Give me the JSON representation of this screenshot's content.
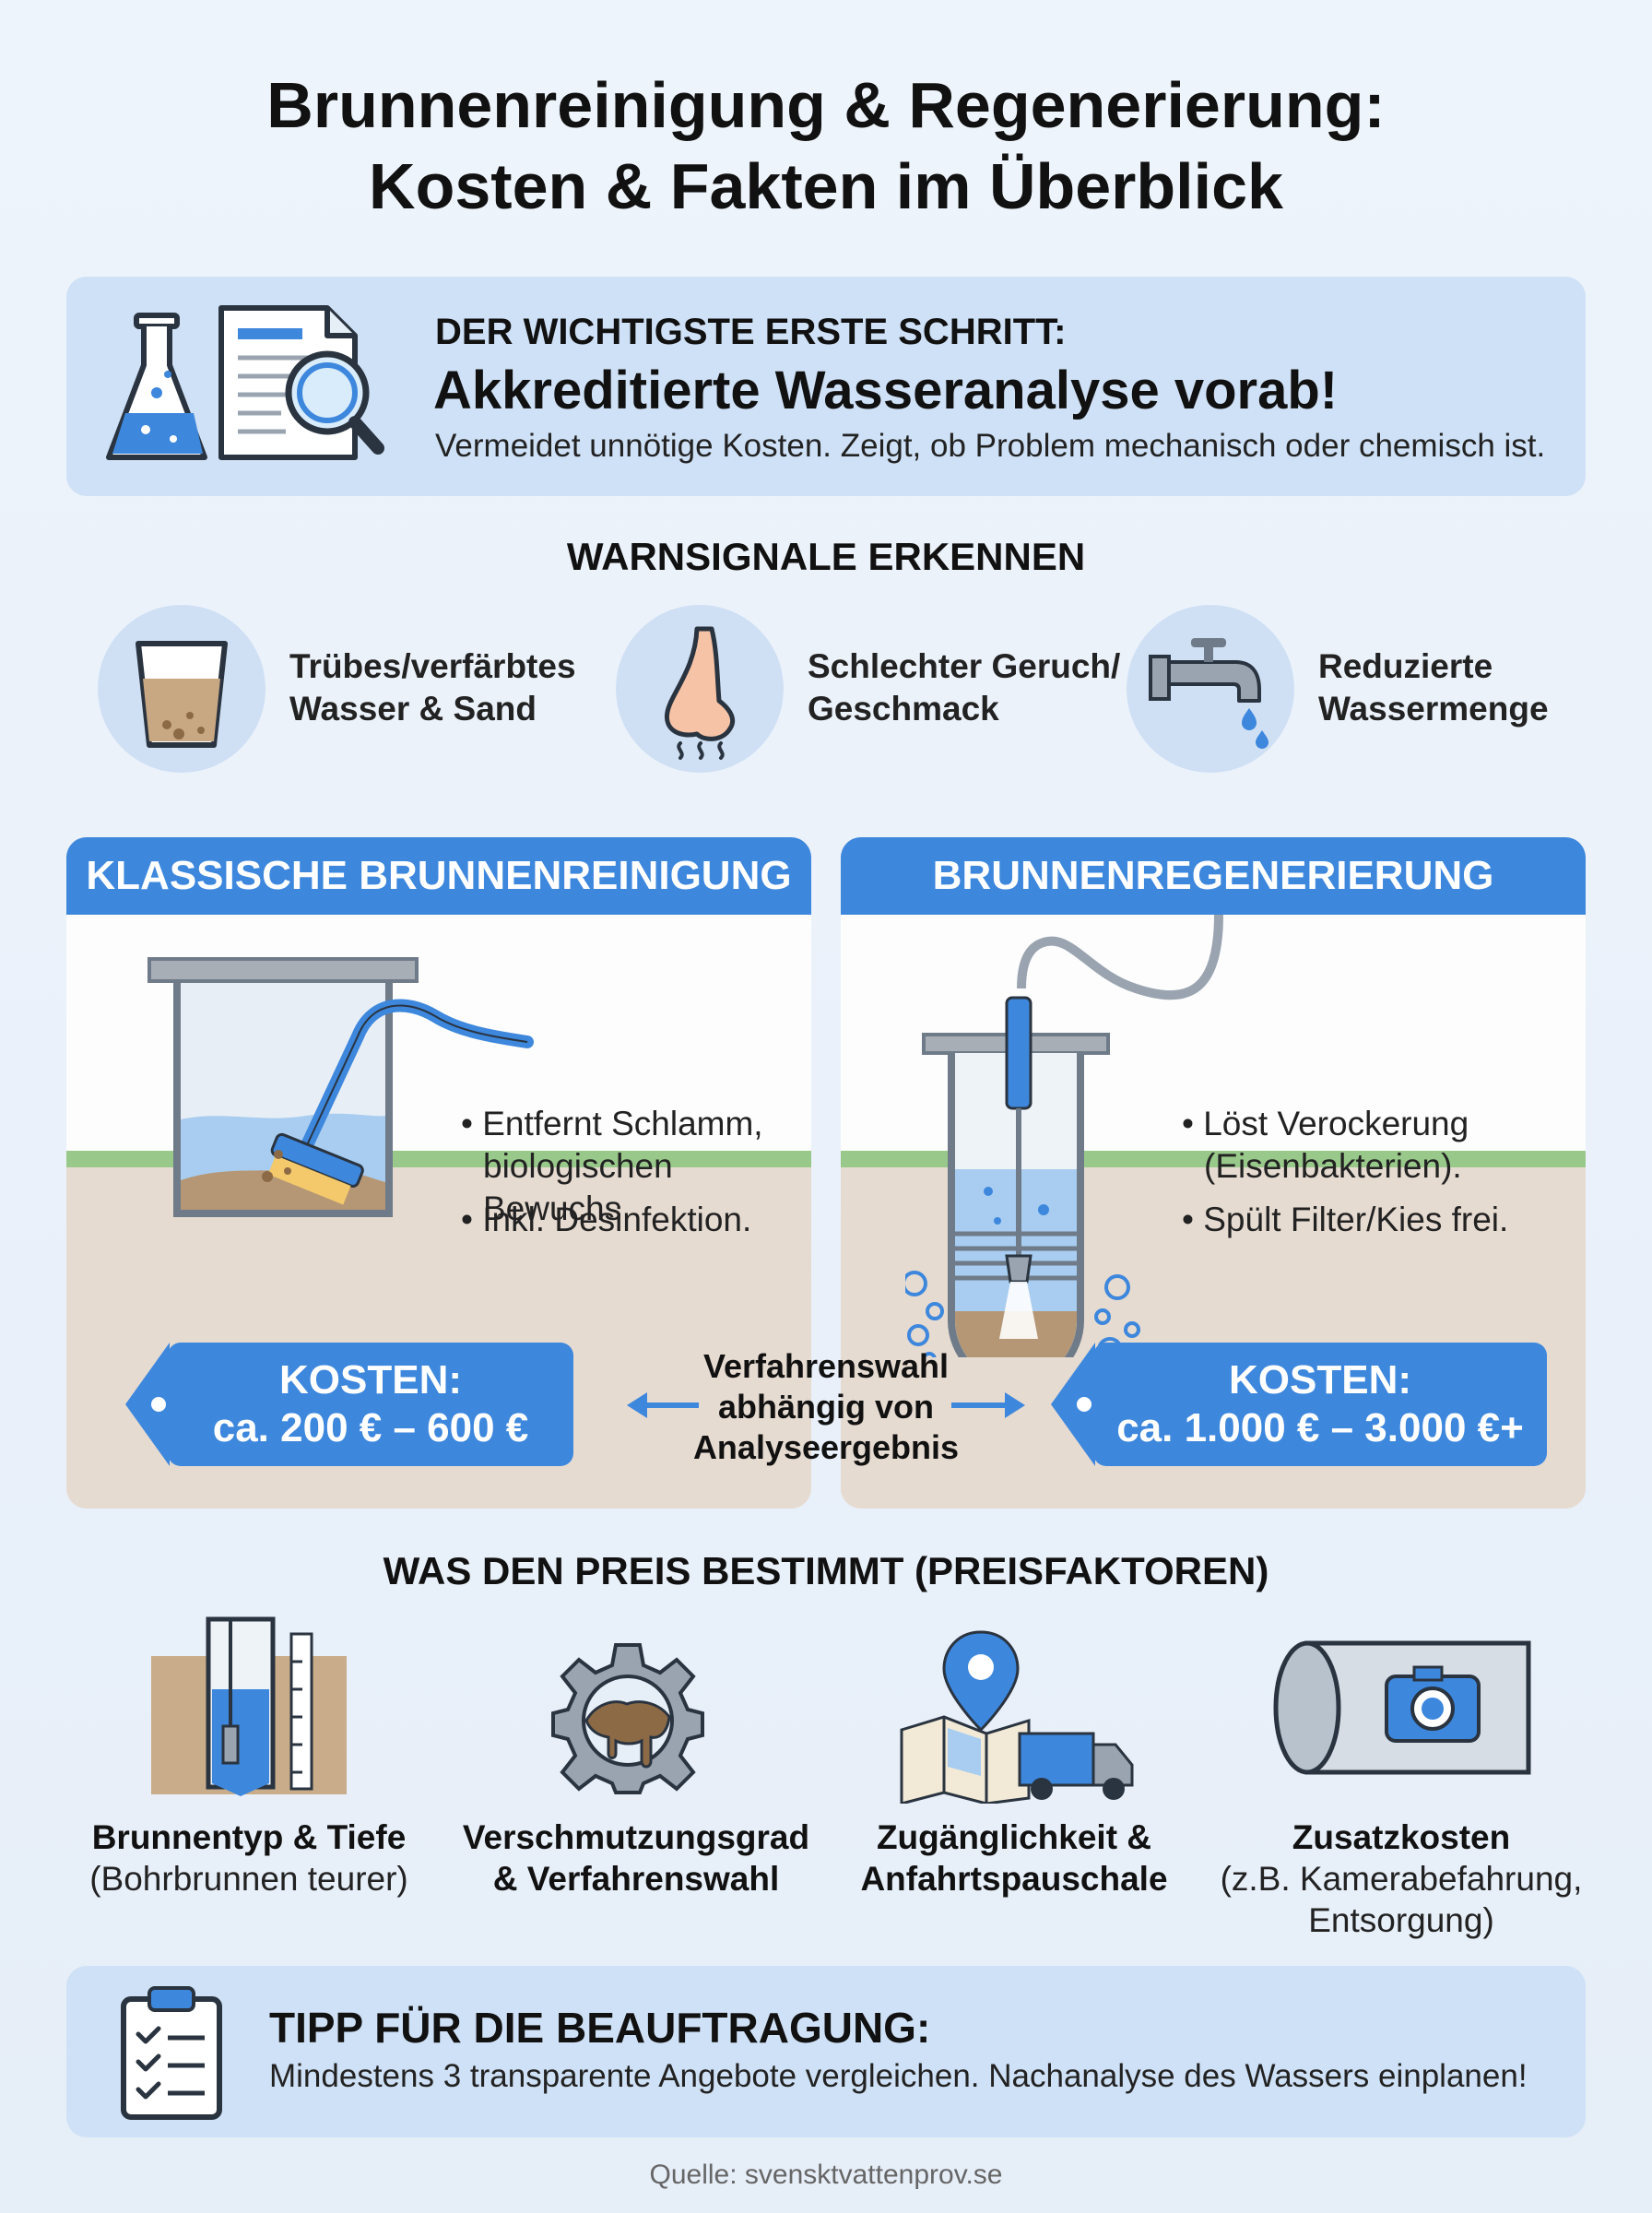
{
  "title": {
    "line1": "Brunnenreinigung & Regenerierung:",
    "line2": "Kosten & Fakten im Überblick"
  },
  "first_step": {
    "kicker": "DER WICHTIGSTE ERSTE SCHRITT:",
    "headline": "Akkreditierte Wasseranalyse vorab!",
    "subtext": "Vermeidet unnötige Kosten. Zeigt, ob Problem mechanisch oder chemisch ist.",
    "icons": [
      "flask-icon",
      "document-icon",
      "magnifier-icon"
    ]
  },
  "warnings": {
    "heading": "WARNSIGNALE ERKENNEN",
    "items": [
      {
        "line1": "Trübes/verfärbtes",
        "line2": "Wasser & Sand",
        "icon": "cloudy-glass-icon"
      },
      {
        "line1": "Schlechter Geruch/",
        "line2": "Geschmack",
        "icon": "nose-icon"
      },
      {
        "line1": "Reduzierte",
        "line2": "Wassermenge",
        "icon": "faucet-drip-icon"
      }
    ]
  },
  "methods": {
    "left": {
      "header": "KLASSISCHE BRUNNENREINIGUNG",
      "bullets": [
        {
          "line1": "Entfernt Schlamm,",
          "line2": "biologischen Bewuchs"
        },
        {
          "line1": "Inkl. Desinfektion.",
          "line2": ""
        }
      ],
      "cost_label": "KOSTEN:",
      "cost_value": "ca. 200 € – 600 €"
    },
    "right": {
      "header": "BRUNNENREGENERIERUNG",
      "bullets": [
        {
          "line1": "Löst Verockerung",
          "line2": "(Eisenbakterien)."
        },
        {
          "line1": "Spült Filter/Kies frei.",
          "line2": ""
        }
      ],
      "cost_label": "KOSTEN:",
      "cost_value": "ca. 1.000 € – 3.000 €+"
    },
    "middle": {
      "line1": "Verfahrenswahl",
      "line2": "abhängig von",
      "line3": "Analyseergebnis"
    }
  },
  "factors": {
    "heading": "WAS DEN PREIS BESTIMMT (PREISFAKTOREN)",
    "items": [
      {
        "bold1": "Brunnentyp & Tiefe",
        "bold2": "",
        "normal1": "(Bohrbrunnen teurer)",
        "normal2": "",
        "icon": "well-depth-icon"
      },
      {
        "bold1": "Verschmutzungsgrad",
        "bold2": "& Verfahrenswahl",
        "normal1": "",
        "normal2": "",
        "icon": "gear-sludge-icon"
      },
      {
        "bold1": "Zugänglichkeit &",
        "bold2": "Anfahrtspauschale",
        "normal1": "",
        "normal2": "",
        "icon": "map-truck-icon"
      },
      {
        "bold1": "Zusatzkosten",
        "bold2": "",
        "normal1": "(z.B. Kamerabefahrung,",
        "normal2": "Entsorgung)",
        "icon": "pipe-camera-icon"
      }
    ]
  },
  "tip": {
    "heading": "TIPP FÜR DIE BEAUFTRAGUNG:",
    "body": "Mindestens 3 transparente Angebote vergleichen. Nachanalyse des Wassers einplanen!",
    "icon": "clipboard-checklist-icon"
  },
  "source": "Quelle: svensktvattenprov.se",
  "colors": {
    "accent": "#3d87dd",
    "panel": "#cfe1f6",
    "ground": "#e6dbd1",
    "water": "#9ec8f0"
  }
}
